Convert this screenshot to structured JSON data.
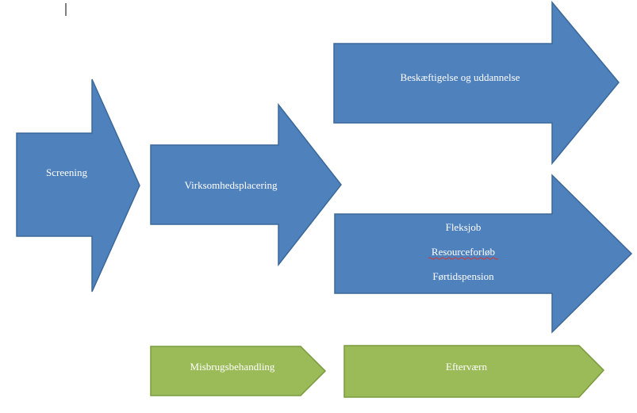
{
  "diagram": {
    "arrows": [
      {
        "id": "screening",
        "lines": [
          "Screening"
        ],
        "kind": "blue"
      },
      {
        "id": "virksomhedsplacering",
        "lines": [
          "Virksomhedsplacering"
        ],
        "kind": "blue"
      },
      {
        "id": "beskaeftigelse",
        "lines": [
          "Beskæftigelse og uddannelse"
        ],
        "kind": "blue"
      },
      {
        "id": "fleksjob-group",
        "lines": [
          "Fleksjob",
          "Resourceforløb",
          "Førtidspension"
        ],
        "kind": "blue",
        "spellcheck_line": 1
      },
      {
        "id": "misbrugsbehandling",
        "lines": [
          "Misbrugsbehandling"
        ],
        "kind": "green"
      },
      {
        "id": "eftervaern",
        "lines": [
          "Efterværn"
        ],
        "kind": "green"
      }
    ]
  },
  "colors": {
    "blue_fill": "#4f81bd",
    "blue_stroke": "#3a6899",
    "green_fill": "#9bbb59",
    "green_stroke": "#7a9a3c",
    "label": "#ffffff",
    "spellcheck": "#d23a3a"
  }
}
